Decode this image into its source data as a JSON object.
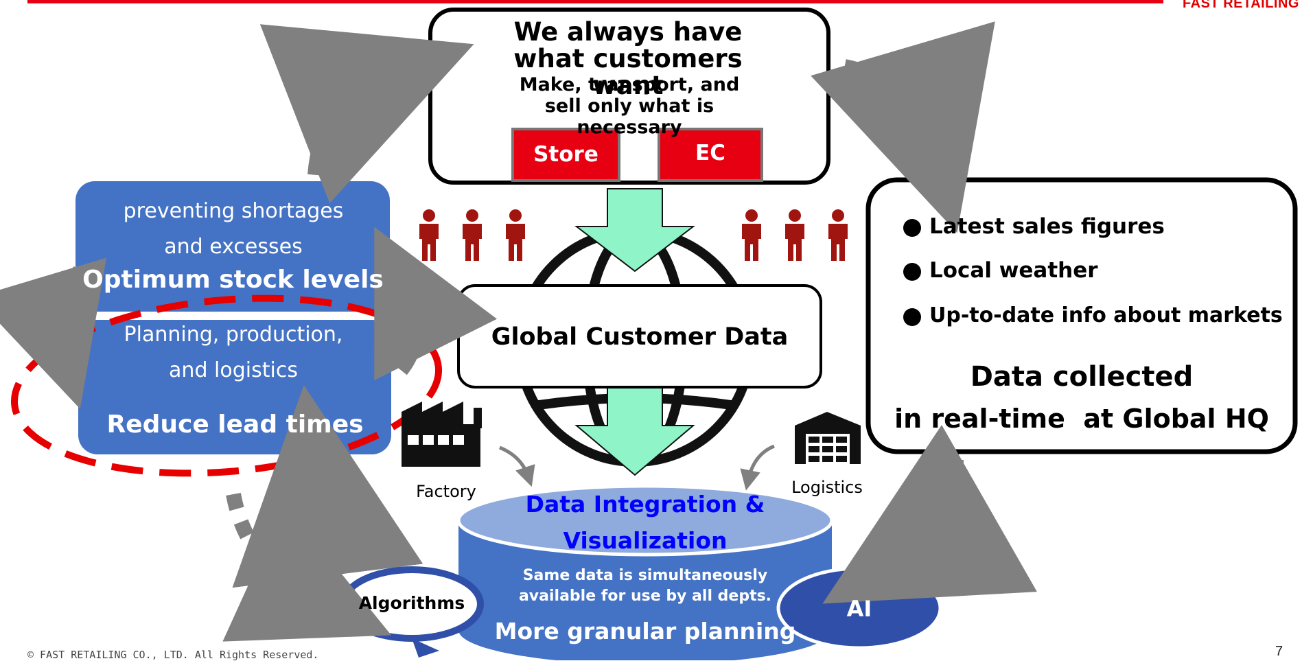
{
  "brand": "FAST RETAILING",
  "top_box": {
    "title": "We always have what customers want",
    "subtitle": "Make, transport, and sell only what is necessary",
    "store_label": "Store",
    "ec_label": "EC"
  },
  "left_boxes": {
    "upper_line1": "preventing shortages",
    "upper_line2": "and excesses",
    "upper_heading": "Optimum stock levels",
    "lower_line1": "Planning, production,",
    "lower_line2": "and logistics",
    "lower_heading": "Reduce lead times"
  },
  "center": {
    "global_customer_data": "Global Customer Data"
  },
  "right_box": {
    "bullets": [
      "Latest sales figures",
      "Local weather",
      "Up-to-date info about markets"
    ],
    "heading_line1": "Data collected",
    "heading_line2": "in real-time  at Global HQ"
  },
  "cylinder": {
    "title_line1": "Data Integration &",
    "title_line2": "Visualization",
    "body_line1": "Same data is simultaneously",
    "body_line2": "available for use by all depts.",
    "heading": "More granular planning"
  },
  "icons": {
    "factory_label": "Factory",
    "logistics_label": "Logistics"
  },
  "ellipses": {
    "algorithms_label": "Algorithms",
    "ai_label": "AI"
  },
  "footer": {
    "copyright": "© FAST RETAILING CO., LTD. All Rights Reserved.",
    "page_number": "7"
  },
  "colors": {
    "brand_red": "#e60012",
    "box_blue": "#4472c4",
    "dark_blue": "#2f4fa8",
    "mint": "#8ff5c8",
    "arrow_gray": "#808080",
    "person_red": "#a0150f",
    "data_blue": "#0000ff"
  }
}
